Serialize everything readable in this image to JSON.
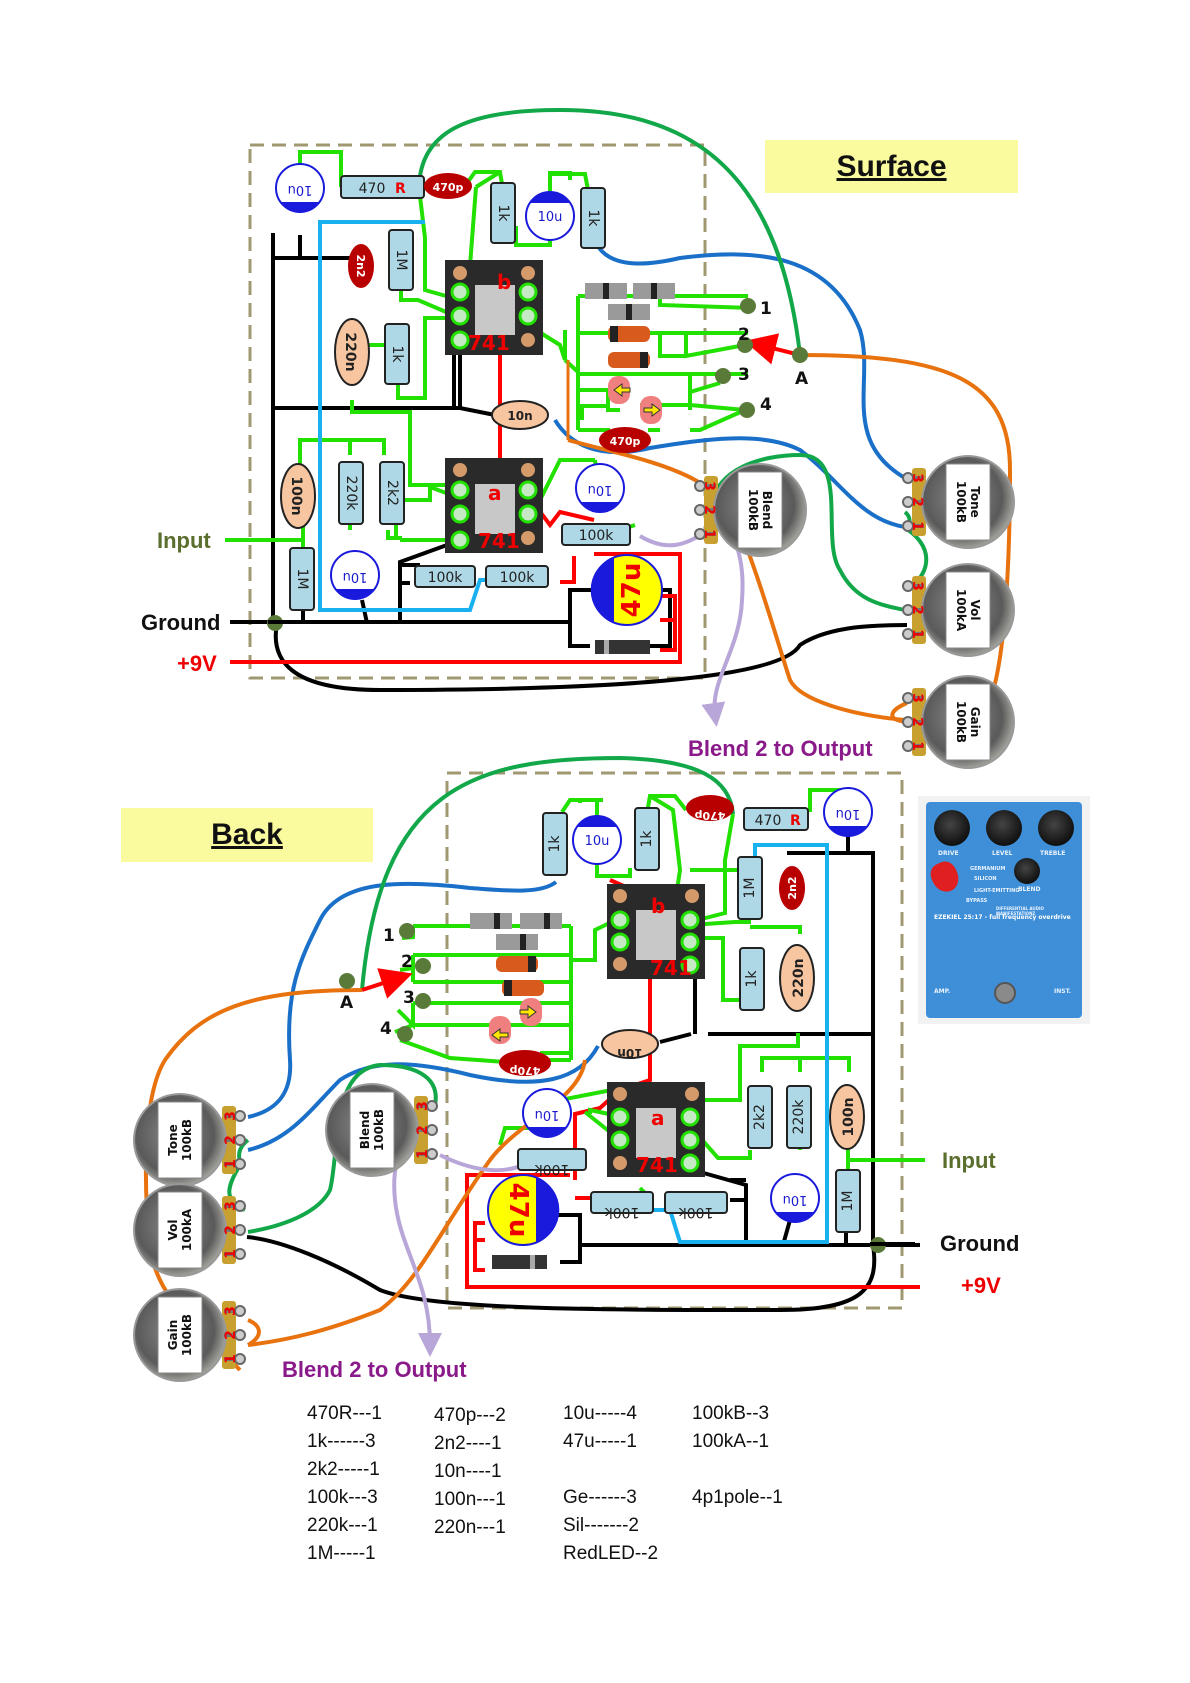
{
  "titles": {
    "surface": "Surface",
    "back": "Back"
  },
  "labels": {
    "input": "Input",
    "ground": "Ground",
    "plus9v": "+9V",
    "blend_to_output": "Blend 2 to Output",
    "node_a": "A",
    "clip_1": "1",
    "clip_2": "2",
    "clip_3": "3",
    "clip_4": "4"
  },
  "colors": {
    "signal": "#22e000",
    "ground": "#000000",
    "power": "#ff0000",
    "wire_blue": "#1a70c8",
    "wire_lightblue": "#19b0f0",
    "wire_green": "#12a84a",
    "wire_orange": "#e8730e",
    "wire_lavender": "#b8a6d8",
    "label_green": "#5a6e2e",
    "label_purple": "#8a1a8a",
    "title_bg": "#fafa9e",
    "board_border": "#a09870"
  },
  "surface": {
    "resistors": [
      "470R",
      "1k",
      "1k",
      "1M",
      "1k",
      "220k",
      "2k2",
      "1M",
      "100k",
      "100k",
      "100k"
    ],
    "film_caps": [
      "220n",
      "10n",
      "100n"
    ],
    "ceramic_caps": [
      "470p",
      "2n2",
      "470p"
    ],
    "electrolytics": [
      "10u",
      "10u",
      "10u",
      "10u",
      "47u"
    ],
    "ic_b": {
      "label": "b",
      "chip": "741"
    },
    "ic_a": {
      "label": "a",
      "chip": "741"
    },
    "pots": [
      {
        "name": "Blend",
        "value": "100kB"
      },
      {
        "name": "Tone",
        "value": "100kB"
      },
      {
        "name": "Vol",
        "value": "100kA"
      },
      {
        "name": "Gain",
        "value": "100kB"
      }
    ]
  },
  "back": {
    "resistors": [
      "470R",
      "1k",
      "1k",
      "1M",
      "1k",
      "2k2",
      "220k",
      "1M",
      "100k",
      "100k",
      "100k"
    ],
    "film_caps": [
      "220n",
      "10n",
      "100n"
    ],
    "ceramic_caps": [
      "470p",
      "2n2",
      "470p"
    ],
    "electrolytics": [
      "10u",
      "10u",
      "10u",
      "10u",
      "47u"
    ],
    "ic_b": {
      "label": "b",
      "chip": "741"
    },
    "ic_a": {
      "label": "a",
      "chip": "741"
    },
    "pots": [
      {
        "name": "Tone",
        "value": "100kB"
      },
      {
        "name": "Blend",
        "value": "100kB"
      },
      {
        "name": "Vol",
        "value": "100kA"
      },
      {
        "name": "Gain",
        "value": "100kB"
      }
    ]
  },
  "pin_numbers": [
    "3",
    "2",
    "1"
  ],
  "pedal_photo": {
    "knobs": [
      "DRIVE",
      "LEVEL",
      "TREBLE",
      "BLEND"
    ],
    "switch_options": [
      "GERMANIUM",
      "SILICON",
      "LIGHT-EMITTING",
      "BYPASS"
    ],
    "name": "EZEKIEL 25:17 - full frequency overdrive",
    "maker": "DIFFERENTIAL AUDIO MANIFESTATIONZ",
    "jacks": [
      "AMP.",
      "INST."
    ]
  },
  "parts_list": {
    "col1": [
      "470R---1",
      "1k------3",
      "2k2-----1",
      "100k---3",
      "220k---1",
      "1M-----1"
    ],
    "col2": [
      "470p---2",
      "2n2----1",
      "10n----1",
      "100n---1",
      "220n---1"
    ],
    "col3": [
      "10u-----4",
      "47u-----1",
      "",
      "Ge------3",
      "Sil-------2",
      "RedLED--2"
    ],
    "col4": [
      "100kB--3",
      "100kA--1",
      "",
      "4p1pole--1"
    ]
  }
}
